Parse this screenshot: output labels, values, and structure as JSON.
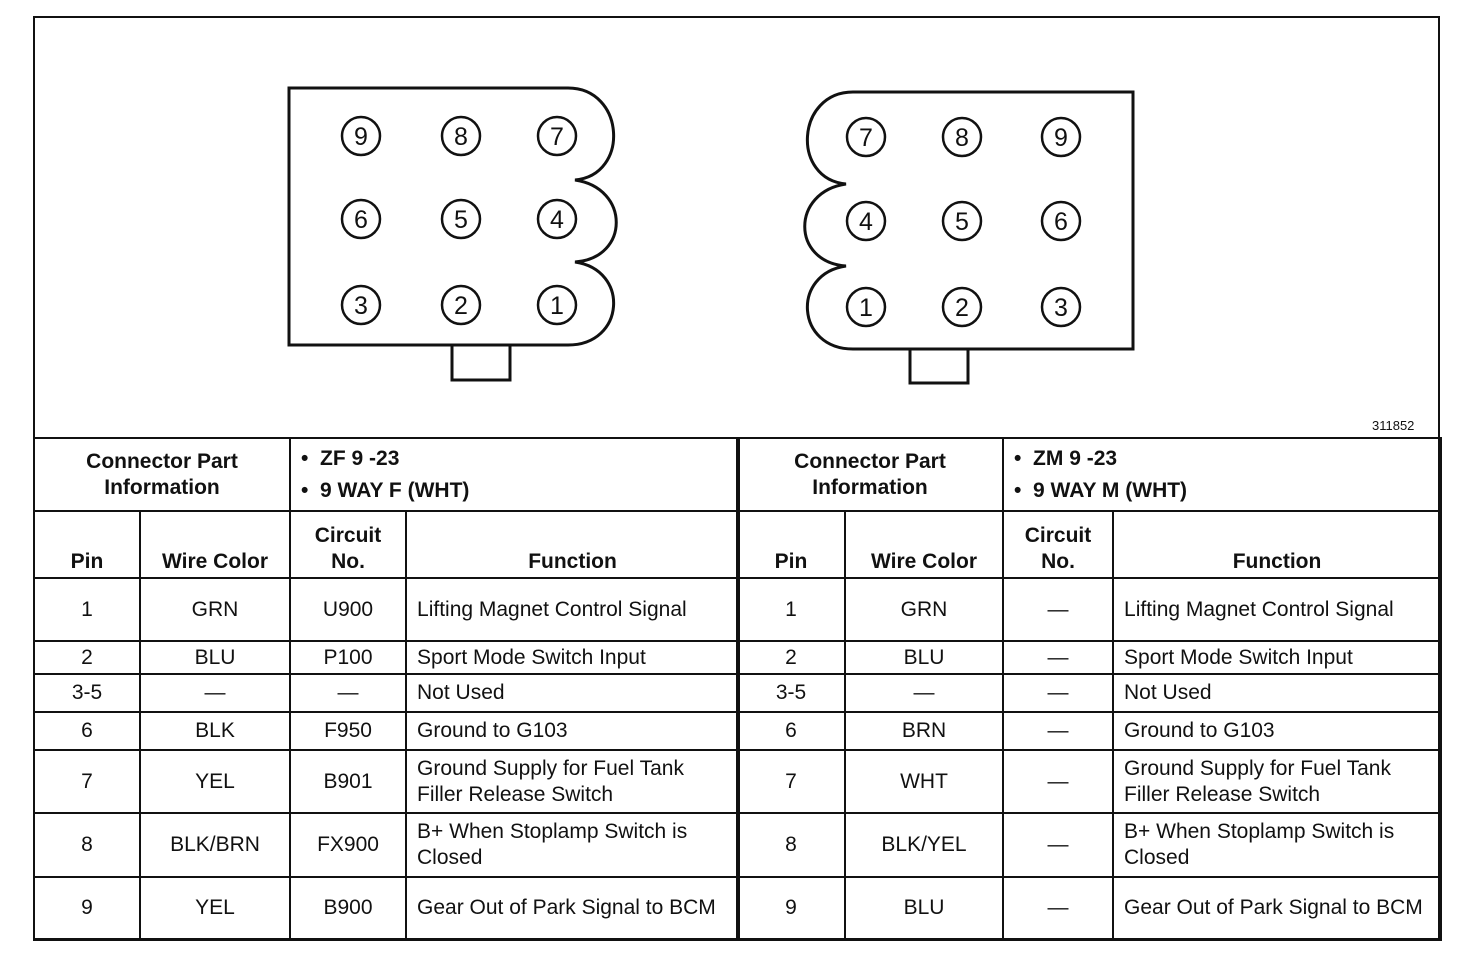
{
  "figure_number": "311852",
  "left_connector": {
    "pin_rows": [
      [
        "9",
        "8",
        "7"
      ],
      [
        "6",
        "5",
        "4"
      ],
      [
        "3",
        "2",
        "1"
      ]
    ],
    "label": "Connector Part Information",
    "info": [
      "ZF 9 -23",
      "9 WAY F (WHT)"
    ],
    "headers": {
      "pin": "Pin",
      "wire_color": "Wire Color",
      "circuit": "Circuit No.",
      "function": "Function"
    },
    "rows": [
      {
        "pin": "1",
        "color": "GRN",
        "circuit": "U900",
        "function": "Lifting Magnet Control Signal"
      },
      {
        "pin": "2",
        "color": "BLU",
        "circuit": "P100",
        "function": "Sport Mode Switch Input"
      },
      {
        "pin": "3-5",
        "color": "—",
        "circuit": "—",
        "function": "Not Used"
      },
      {
        "pin": "6",
        "color": "BLK",
        "circuit": "F950",
        "function": "Ground to G103"
      },
      {
        "pin": "7",
        "color": "YEL",
        "circuit": "B901",
        "function": "Ground Supply for Fuel Tank Filler Release Switch"
      },
      {
        "pin": "8",
        "color": "BLK/BRN",
        "circuit": "FX900",
        "function": "B+ When Stoplamp Switch is Closed"
      },
      {
        "pin": "9",
        "color": "YEL",
        "circuit": "B900",
        "function": "Gear Out of Park Signal to BCM"
      }
    ]
  },
  "right_connector": {
    "pin_rows": [
      [
        "7",
        "8",
        "9"
      ],
      [
        "4",
        "5",
        "6"
      ],
      [
        "1",
        "2",
        "3"
      ]
    ],
    "label": "Connector Part Information",
    "info": [
      "ZM 9 -23",
      "9 WAY M (WHT)"
    ],
    "headers": {
      "pin": "Pin",
      "wire_color": "Wire Color",
      "circuit": "Circuit No.",
      "function": "Function"
    },
    "rows": [
      {
        "pin": "1",
        "color": "GRN",
        "circuit": "—",
        "function": "Lifting Magnet Control Signal"
      },
      {
        "pin": "2",
        "color": "BLU",
        "circuit": "—",
        "function": "Sport Mode Switch Input"
      },
      {
        "pin": "3-5",
        "color": "—",
        "circuit": "—",
        "function": "Not Used"
      },
      {
        "pin": "6",
        "color": "BRN",
        "circuit": "—",
        "function": "Ground to G103"
      },
      {
        "pin": "7",
        "color": "WHT",
        "circuit": "—",
        "function": "Ground Supply for Fuel Tank Filler Release Switch"
      },
      {
        "pin": "8",
        "color": "BLK/YEL",
        "circuit": "—",
        "function": "B+ When Stoplamp Switch is Closed"
      },
      {
        "pin": "9",
        "color": "BLU",
        "circuit": "—",
        "function": "Gear Out of Park Signal to BCM"
      }
    ]
  }
}
